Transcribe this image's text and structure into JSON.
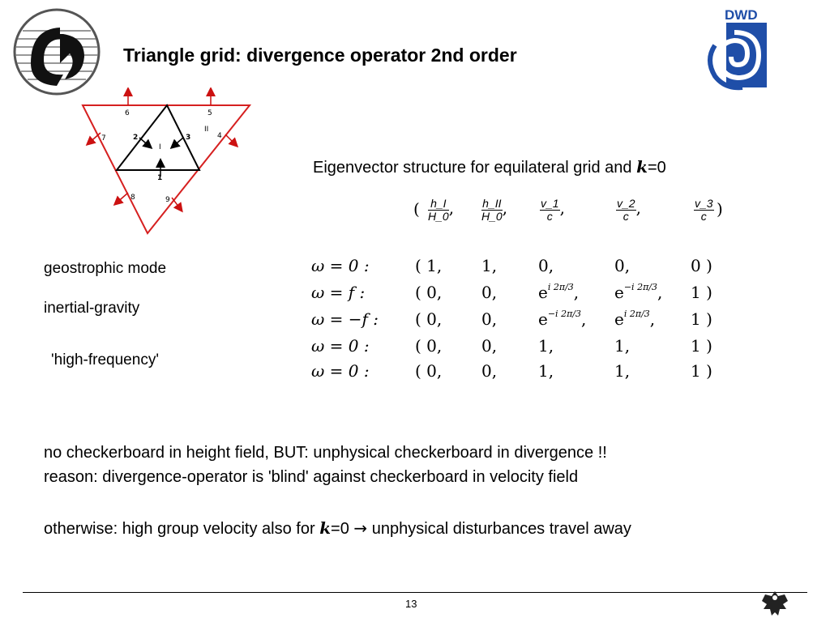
{
  "slide": {
    "title": "Triangle grid: divergence operator 2nd order",
    "page_number": "13"
  },
  "diagram": {
    "edge_labels": [
      "6",
      "5",
      "7",
      "4",
      "8",
      "9",
      "1",
      "2",
      "3"
    ],
    "cell_labels": [
      "I",
      "II"
    ]
  },
  "eigen": {
    "heading_prefix": "Eigenvector structure for equilateral grid and ",
    "k_symbol": "k",
    "heading_suffix": "=0",
    "header": {
      "open": "(",
      "close": ")",
      "h1_num": "h_I",
      "h1_den": "H_0",
      "h2_num": "h_II",
      "h2_den": "H_0",
      "v1_num": "v_1",
      "v1_den": "c",
      "v2_num": "v_2",
      "v2_den": "c",
      "v3_num": "v_3",
      "v3_den": "c"
    },
    "rows": [
      {
        "omega": "ω = 0 :",
        "c1": "( 1,",
        "c2": "1,",
        "c3": "0,",
        "c4": "0,",
        "c5": "0 )"
      },
      {
        "omega": "ω = f :",
        "c1": "( 0,",
        "c2": "0,",
        "c3": "e^{i 2π/3},",
        "c4": "e^{−i 2π/3},",
        "c5": "1 )"
      },
      {
        "omega": "ω = −f :",
        "c1": "( 0,",
        "c2": "0,",
        "c3": "e^{−i 2π/3},",
        "c4": "e^{i 2π/3},",
        "c5": "1 )"
      },
      {
        "omega": "ω = 0 :",
        "c1": "( 0,",
        "c2": "0,",
        "c3": "1,",
        "c4": "1,",
        "c5": "1 )"
      },
      {
        "omega": "ω = 0 :",
        "c1": "( 0,",
        "c2": "0,",
        "c3": "1,",
        "c4": "1,",
        "c5": "1 )"
      }
    ]
  },
  "modes": {
    "geostrophic": "geostrophic mode",
    "inertial": "inertial-gravity",
    "high_freq": "'high-frequency'"
  },
  "notes": {
    "line1": "no checkerboard in height field, BUT: unphysical checkerboard in divergence !!",
    "line2": "reason: divergence-operator is 'blind' against checkerboard in velocity field",
    "line3_prefix": "otherwise: high group velocity also for ",
    "line3_k": "k",
    "line3_mid": "=0 ",
    "line3_arrow": "→",
    "line3_suffix": " unphysical disturbances travel away"
  },
  "logos": {
    "left": "institute-logo",
    "right_text": "DWD",
    "bottom_right": "federal-eagle"
  },
  "colors": {
    "triangle_outer": "#d62020",
    "arrow": "#cc1111",
    "dwd_blue": "#1f4ea8"
  }
}
